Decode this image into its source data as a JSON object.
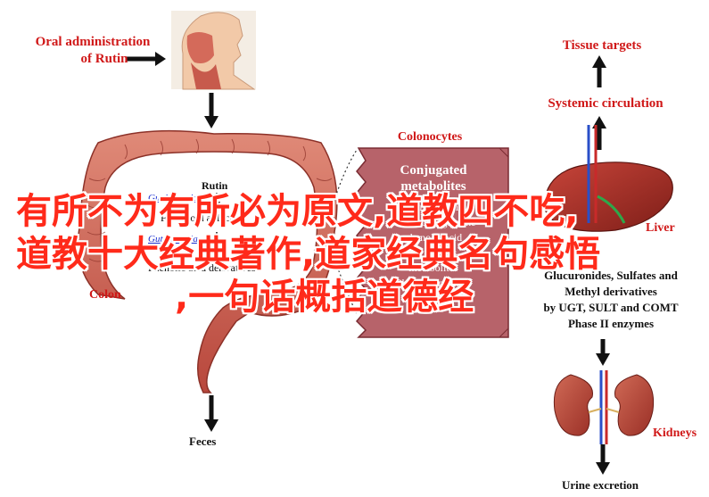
{
  "labels": {
    "oral_admin_line1": "Oral administration",
    "oral_admin_line2": "of Rutin",
    "tissue_targets": "Tissue targets",
    "systemic_circulation": "Systemic circulation",
    "colonocytes": "Colonocytes",
    "liver": "Liver",
    "colon": "Colon",
    "feces": "Feces",
    "kidneys": "Kidneys",
    "urine_excretion": "Urine excretion"
  },
  "colon_pathway": {
    "rutin": "Rutin",
    "gut_bacteria_1": "Gut bacteria",
    "flavonoid_aglycone": "Flavonoid aglycone",
    "gut_bacteria_2": "Gut bacteria",
    "phenolic_acid": "Phenolic acid derivatives"
  },
  "colonocyte_box": {
    "title_line1": "Conjugated",
    "title_line2": "metabolites",
    "lines": [
      "Aromatic acid",
      "Flavonoid aglycone",
      "phenolic acid",
      "derivatives",
      "metabolites",
      "Phase II enzymes"
    ]
  },
  "liver_pathway": {
    "line1": "Glucuronides, Sulfates and",
    "line2": "Methyl derivatives",
    "line3": "by UGT, SULT and COMT",
    "line4": "Phase II enzymes"
  },
  "overlay_text": {
    "line1": "有所不为有所必为原文,道教四不吃,",
    "line2": "道教十大经典著作,道家经典名句感悟",
    "line3": ",一句话概括道德经"
  },
  "colors": {
    "label_red": "#d01818",
    "overlay_red": "#ff2a1a",
    "colon_tissue": "#c8574a",
    "box_fill": "#b7636a"
  }
}
